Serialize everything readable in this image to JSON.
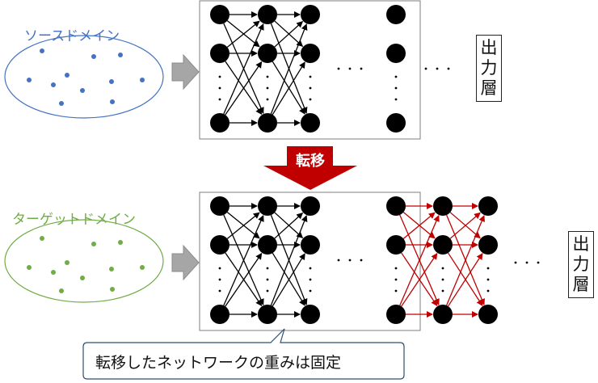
{
  "top": {
    "domain_label": "ソースドメイン",
    "domain_color": "#4472c4",
    "output_label": [
      "出",
      "力",
      "層"
    ]
  },
  "transfer": {
    "label": "転移",
    "color": "#c00000"
  },
  "bottom": {
    "domain_label": "ターゲットドメイン",
    "domain_color": "#70ad47",
    "output_label": [
      "出",
      "力",
      "層"
    ]
  },
  "callout": {
    "text": "転移したネットワークの重みは固定"
  },
  "colors": {
    "node": "#000000",
    "new_edge": "#c00000",
    "arrow_fill": "#a6a6a6",
    "box_border": "#7f7f7f"
  }
}
